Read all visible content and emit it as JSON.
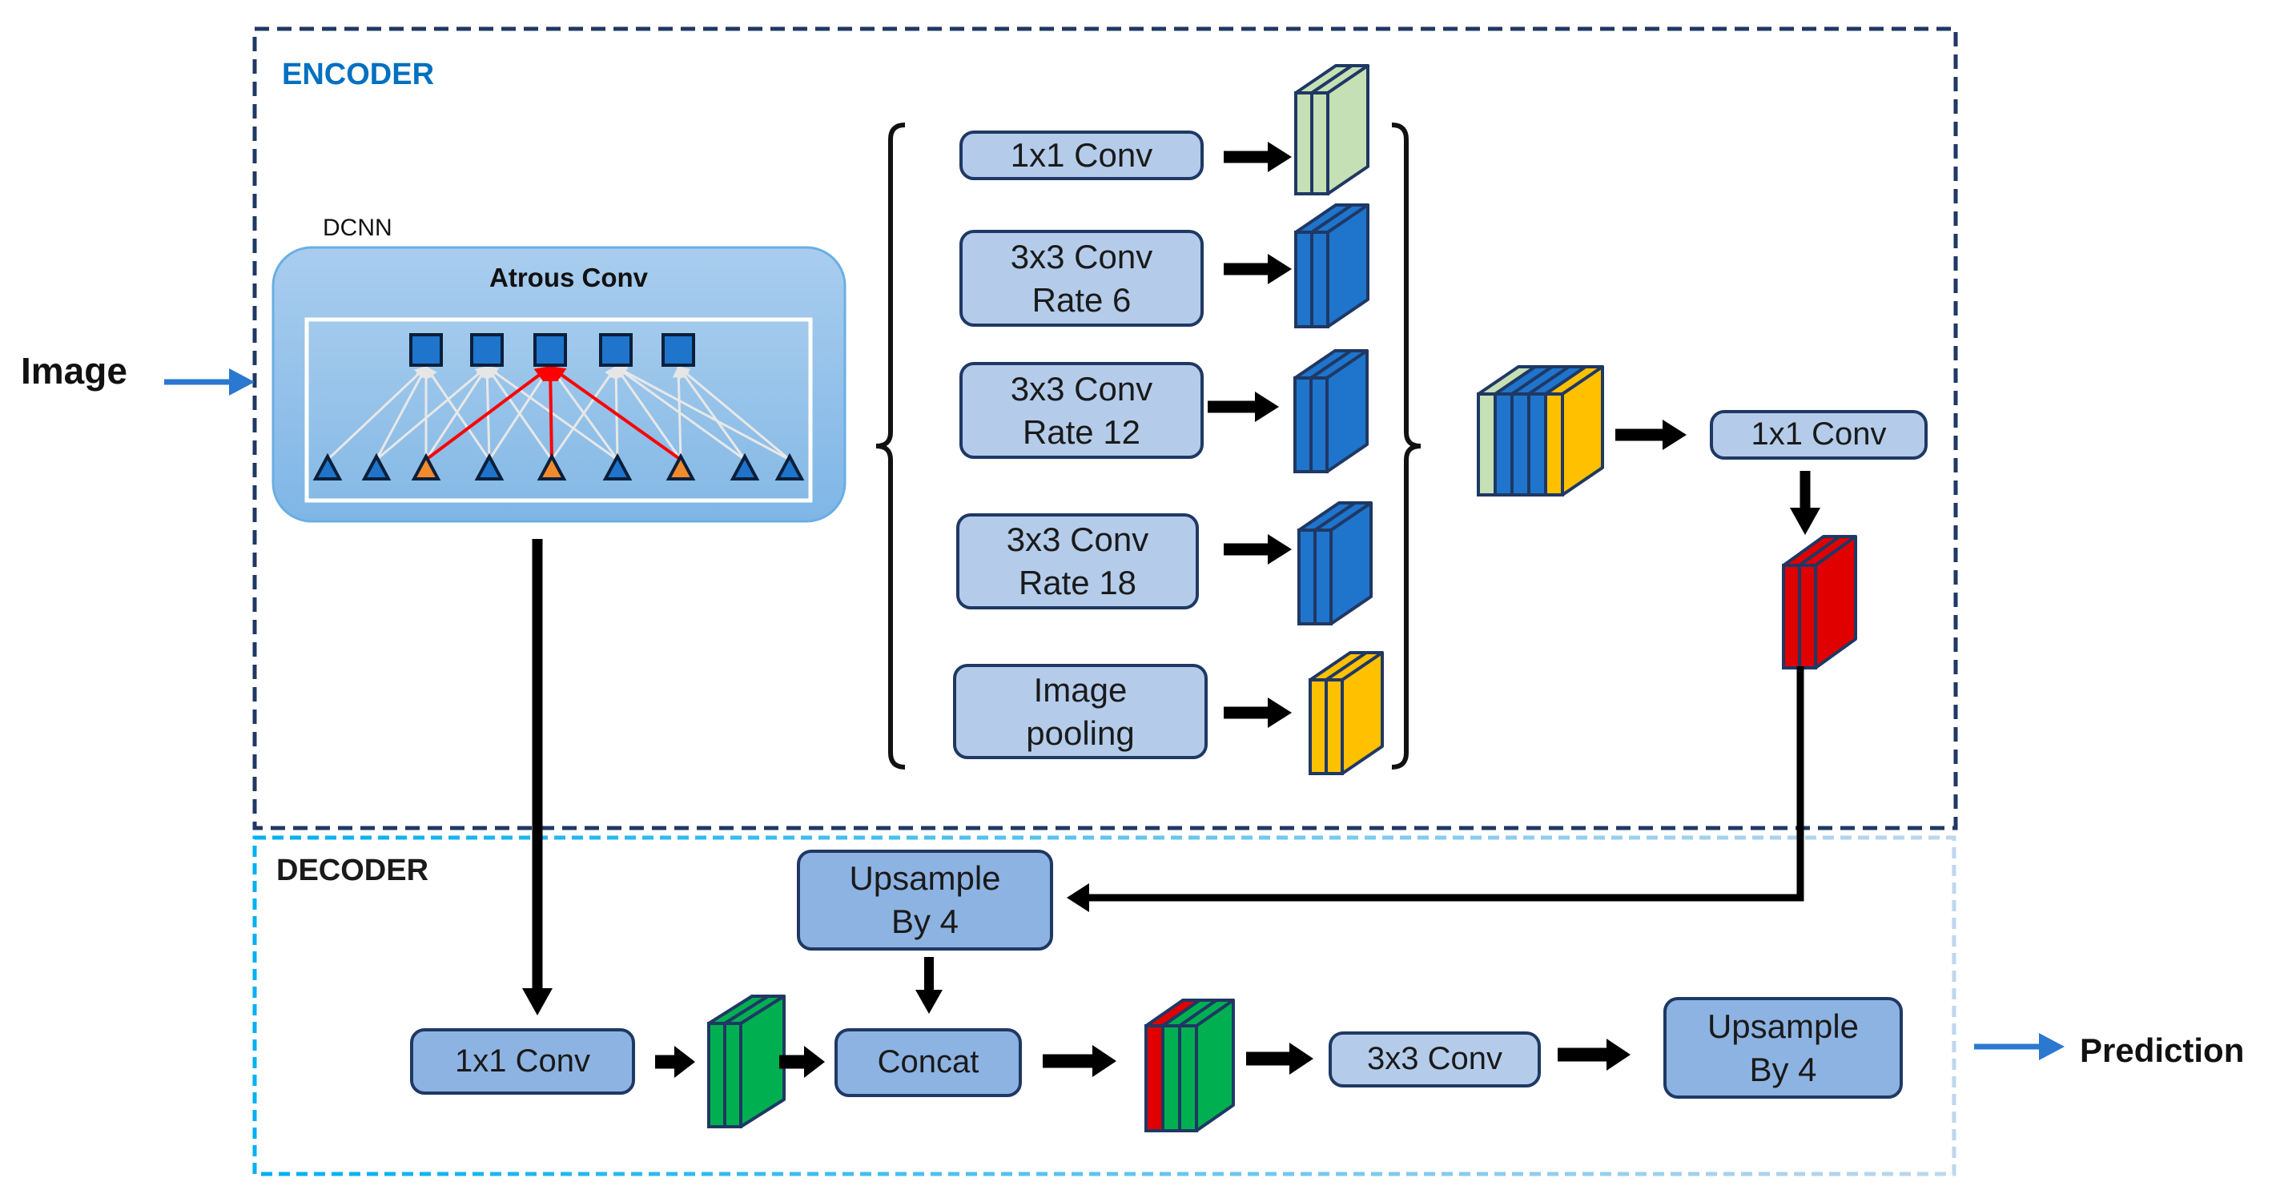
{
  "labels": {
    "encoder": "ENCODER",
    "decoder": "DECODER",
    "input": "Image",
    "output": "Prediction",
    "dcnn": "DCNN",
    "atrous_conv": "Atrous Conv"
  },
  "aspp": {
    "branches": [
      {
        "line1": "1x1 Conv",
        "line2": "",
        "feature_color": "#C5E0B4"
      },
      {
        "line1": "3x3 Conv",
        "line2": "Rate 6",
        "feature_color": "#1F74CB"
      },
      {
        "line1": "3x3 Conv",
        "line2": "Rate 12",
        "feature_color": "#1F74CB"
      },
      {
        "line1": "3x3 Conv",
        "line2": "Rate 18",
        "feature_color": "#1F74CB"
      },
      {
        "line1": "Image",
        "line2": "pooling",
        "feature_color": "#FFC000"
      }
    ],
    "concat_stack_colors": [
      "#C5E0B4",
      "#1F74CB",
      "#1F74CB",
      "#1F74CB",
      "#FFC000"
    ],
    "fuse_conv": "1x1 Conv",
    "encoder_output_color": "#E00000"
  },
  "decoder": {
    "upsample_top": {
      "line1": "Upsample",
      "line2": "By 4"
    },
    "low_level_conv": "1x1 Conv",
    "low_level_feature_color": "#00B050",
    "concat": "Concat",
    "concat_stack_colors": [
      "#E00000",
      "#00B050"
    ],
    "refine_conv": "3x3 Conv",
    "upsample_final": {
      "line1": "Upsample",
      "line2": "By 4"
    }
  },
  "atrous_demo": {
    "output_units": 5,
    "input_units": 9,
    "highlighted_inputs": [
      2,
      4,
      6
    ]
  },
  "colors": {
    "encoder_title": "#0070C0",
    "encoder_border": "#1F3864",
    "decoder_border_start": "#00B0F0",
    "decoder_border_end": "#BDD7EE",
    "io_arrow": "#2A78D0",
    "highlight": "#FF0000",
    "highlight_input": "#F28B2C",
    "unit_fill": "#1F74CB"
  }
}
